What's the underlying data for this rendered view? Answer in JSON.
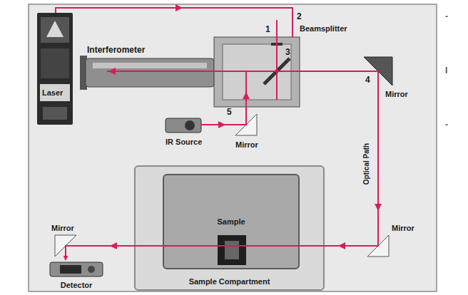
{
  "diagram": {
    "nodes": [
      {
        "text": [
          "Sample Compartment"
        ]
      },
      {
        "text": [
          "Sample"
        ],
        "in": 0
      },
      {
        "text": [
          "Detector"
        ]
      }
    ],
    "edges": [
      {
        "from": 1,
        "to": 2,
        "arrow": "to"
      }
    ],
    "labels": [
      "Interferometer",
      "Beamsplitter",
      "1",
      "2",
      "3",
      "4",
      "5",
      "Laser",
      "Mirror",
      "IR Source",
      "Mirror",
      "Optical Path",
      "Mirror",
      "Mirror",
      "-",
      "I",
      "-"
    ]
  }
}
